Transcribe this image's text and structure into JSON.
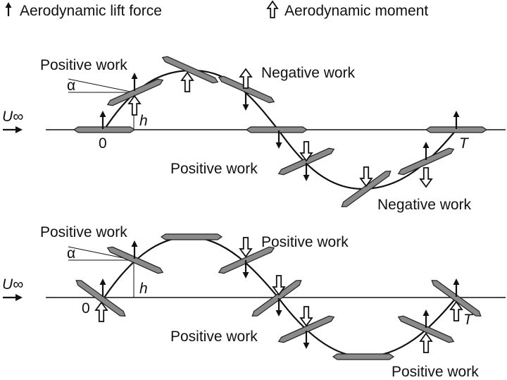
{
  "legend": {
    "lift_label": "Aerodynamic lift force",
    "moment_label": "Aerodynamic moment",
    "lift_icon": "solid-arrow-up-icon",
    "moment_icon": "hollow-arrow-up-icon"
  },
  "symbols": {
    "freestream": "U∞",
    "angle": "α",
    "heave": "h",
    "start": "0",
    "period": "T"
  },
  "panel_top": {
    "labels": [
      "Positive work",
      "Negative work",
      "Positive work",
      "Negative work"
    ]
  },
  "panel_bottom": {
    "labels": [
      "Positive work",
      "Positive work",
      "Positive work",
      "Positive work"
    ]
  },
  "colors": {
    "foil_fill": "#8a8a8a",
    "ink": "#111111",
    "background": "#ffffff"
  }
}
